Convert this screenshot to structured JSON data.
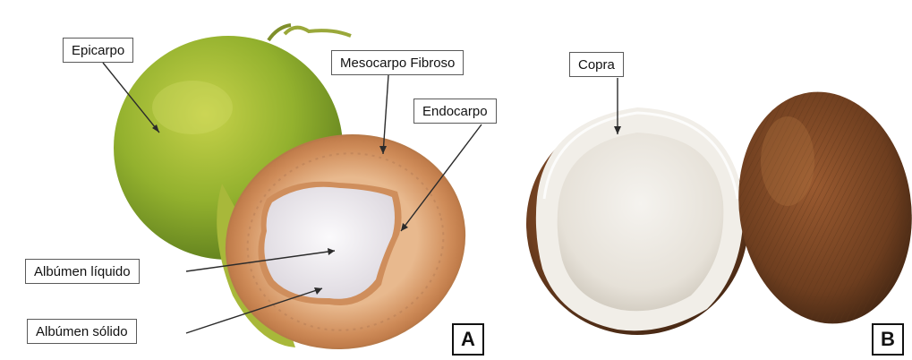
{
  "figure": {
    "panel_a": {
      "letter": "A",
      "labels": {
        "epicarp": "Epicarpo",
        "fibrous_mesocarp": "Mesocarpo Fibroso",
        "endocarp": "Endocarpo",
        "liquid_albumen": "Albúmen líquido",
        "solid_albumen": "Albúmen sólido"
      }
    },
    "panel_b": {
      "letter": "B",
      "labels": {
        "copra": "Copra"
      }
    }
  },
  "colors": {
    "callout_border": "#5a5a5a",
    "leader_line": "#2b2b2b",
    "green_coconut": "#8fae2c",
    "husk": "#c98a5a",
    "brown_shell": "#6b3f22",
    "flesh": "#f4f1ec"
  }
}
